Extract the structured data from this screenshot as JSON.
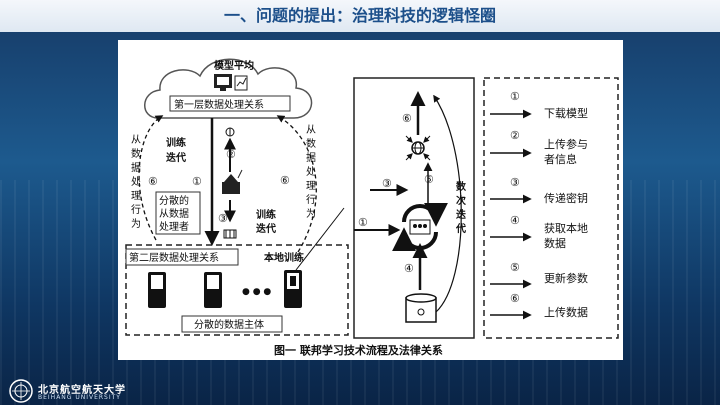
{
  "slide": {
    "title": "一、问题的提出：治理科技的逻辑怪圈"
  },
  "diagram": {
    "cloud_label": "模型平均",
    "layer1_label": "第一层数据处理关系",
    "left_vertical": [
      "从",
      "数",
      "据",
      "处",
      "理",
      "行",
      "为"
    ],
    "left_num": "⑥",
    "train_iter_left": [
      "训练",
      "迭代"
    ],
    "num1_left": "①",
    "dispersed_processor": [
      "分散的",
      "从数据",
      "处理者"
    ],
    "num2": "②",
    "num3": "③",
    "train_iter_right": [
      "训练",
      "迭代"
    ],
    "right_vertical": [
      "从",
      "数",
      "据",
      "处",
      "理",
      "行",
      "为"
    ],
    "right_num": "⑥",
    "layer2_label": "第二层数据处理关系",
    "local_training": "本地训练",
    "ellipsis": "●  ●  ●",
    "data_subjects": "分散的数据主体",
    "mid_num6": "⑥",
    "mid_num3": "③",
    "mid_num5": "⑤",
    "mid_num1": "①",
    "mid_num4": "④",
    "multi_iter": [
      "数",
      "次",
      "迭",
      "代"
    ],
    "caption": "图一  联邦学习技术流程及法律关系"
  },
  "legend": [
    {
      "num": "①",
      "text": [
        "下载模型"
      ]
    },
    {
      "num": "②",
      "text": [
        "上传参与",
        "者信息"
      ]
    },
    {
      "num": "③",
      "text": [
        "传递密钥"
      ]
    },
    {
      "num": "④",
      "text": [
        "获取本地",
        "数据"
      ]
    },
    {
      "num": "⑤",
      "text": [
        "更新参数"
      ]
    },
    {
      "num": "⑥",
      "text": [
        "上传数据"
      ]
    }
  ],
  "footer": {
    "university_cn": "北京航空航天大学",
    "university_en": "BEIHANG UNIVERSITY"
  },
  "colors": {
    "title": "#1c4f8a",
    "background": "#1d5a8e"
  }
}
